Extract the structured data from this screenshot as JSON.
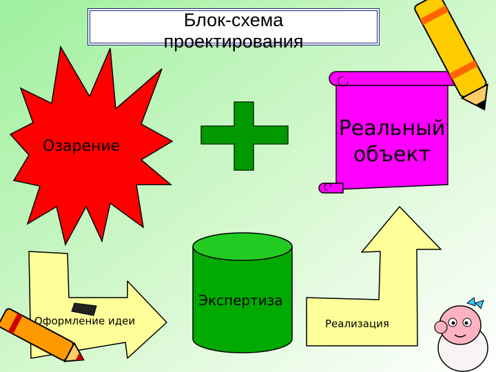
{
  "title": {
    "line1": "Блок-схема",
    "line2": "проектирования"
  },
  "nodes": {
    "insight": "Озарение",
    "real_object": {
      "line1": "Реальный",
      "line2": "объект"
    },
    "expertise": "Экспертиза",
    "idea_design": "Оформление идеи",
    "implementation": "Реализация"
  },
  "colors": {
    "background_start": "#9ef09e",
    "background_end": "#ffffff",
    "burst": "#ff0000",
    "plus": "#009900",
    "scroll": "#ff00ff",
    "cylinder": "#00aa00",
    "arrows": "#ffff99",
    "title_border": "#1a237e"
  }
}
